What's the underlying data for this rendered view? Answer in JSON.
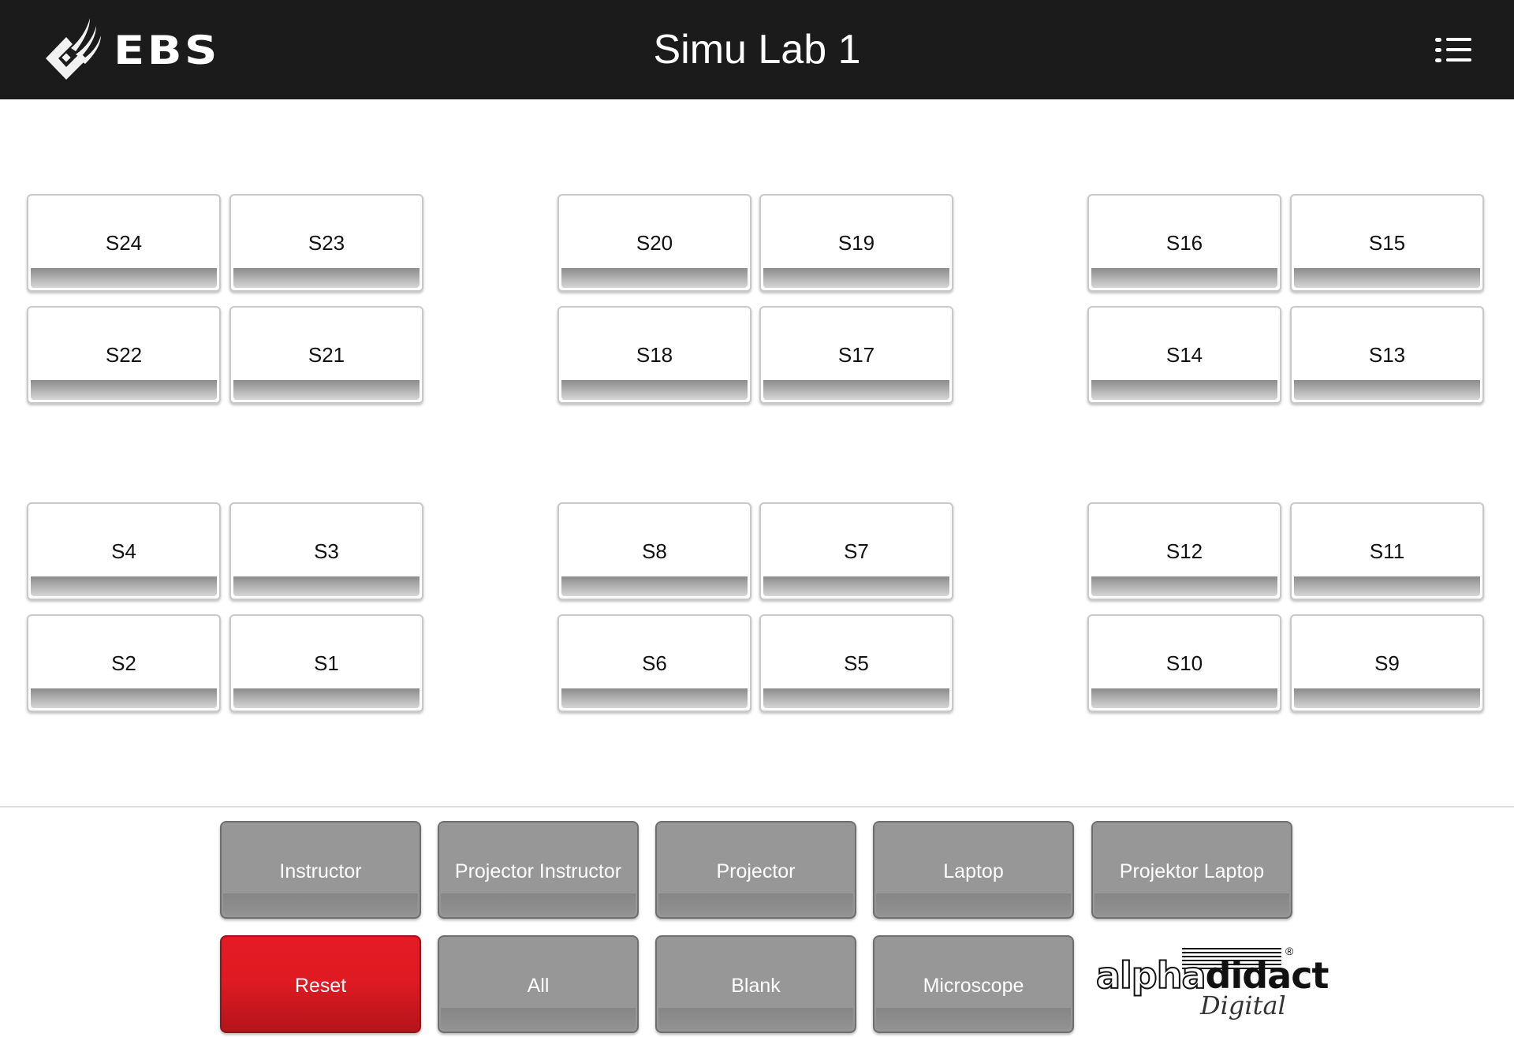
{
  "header": {
    "logo_text": "EBS",
    "title": "Simu Lab 1",
    "menu_icon": "list-menu-icon"
  },
  "stations": {
    "groups": [
      {
        "name": "top-left",
        "tiles": [
          "S24",
          "S23",
          "S22",
          "S21"
        ]
      },
      {
        "name": "top-middle",
        "tiles": [
          "S20",
          "S19",
          "S18",
          "S17"
        ]
      },
      {
        "name": "top-right",
        "tiles": [
          "S16",
          "S15",
          "S14",
          "S13"
        ]
      },
      {
        "name": "bottom-left",
        "tiles": [
          "S4",
          "S3",
          "S2",
          "S1"
        ]
      },
      {
        "name": "bottom-middle",
        "tiles": [
          "S8",
          "S7",
          "S6",
          "S5"
        ]
      },
      {
        "name": "bottom-right",
        "tiles": [
          "S12",
          "S11",
          "S10",
          "S9"
        ]
      }
    ]
  },
  "controls": {
    "row1": [
      "Instructor",
      "Projector Instructor",
      "Projector",
      "Laptop",
      "Projektor Laptop"
    ],
    "row2": [
      "Reset",
      "All",
      "Blank",
      "Microscope"
    ]
  },
  "brand": {
    "part1": "alpha",
    "part2": "didact",
    "registered": "®",
    "sub": "Digital"
  },
  "colors": {
    "header_bg": "#1b1b1b",
    "button_gray": "#979797",
    "reset_red": "#e41b24",
    "tile_bg": "#ffffff"
  }
}
